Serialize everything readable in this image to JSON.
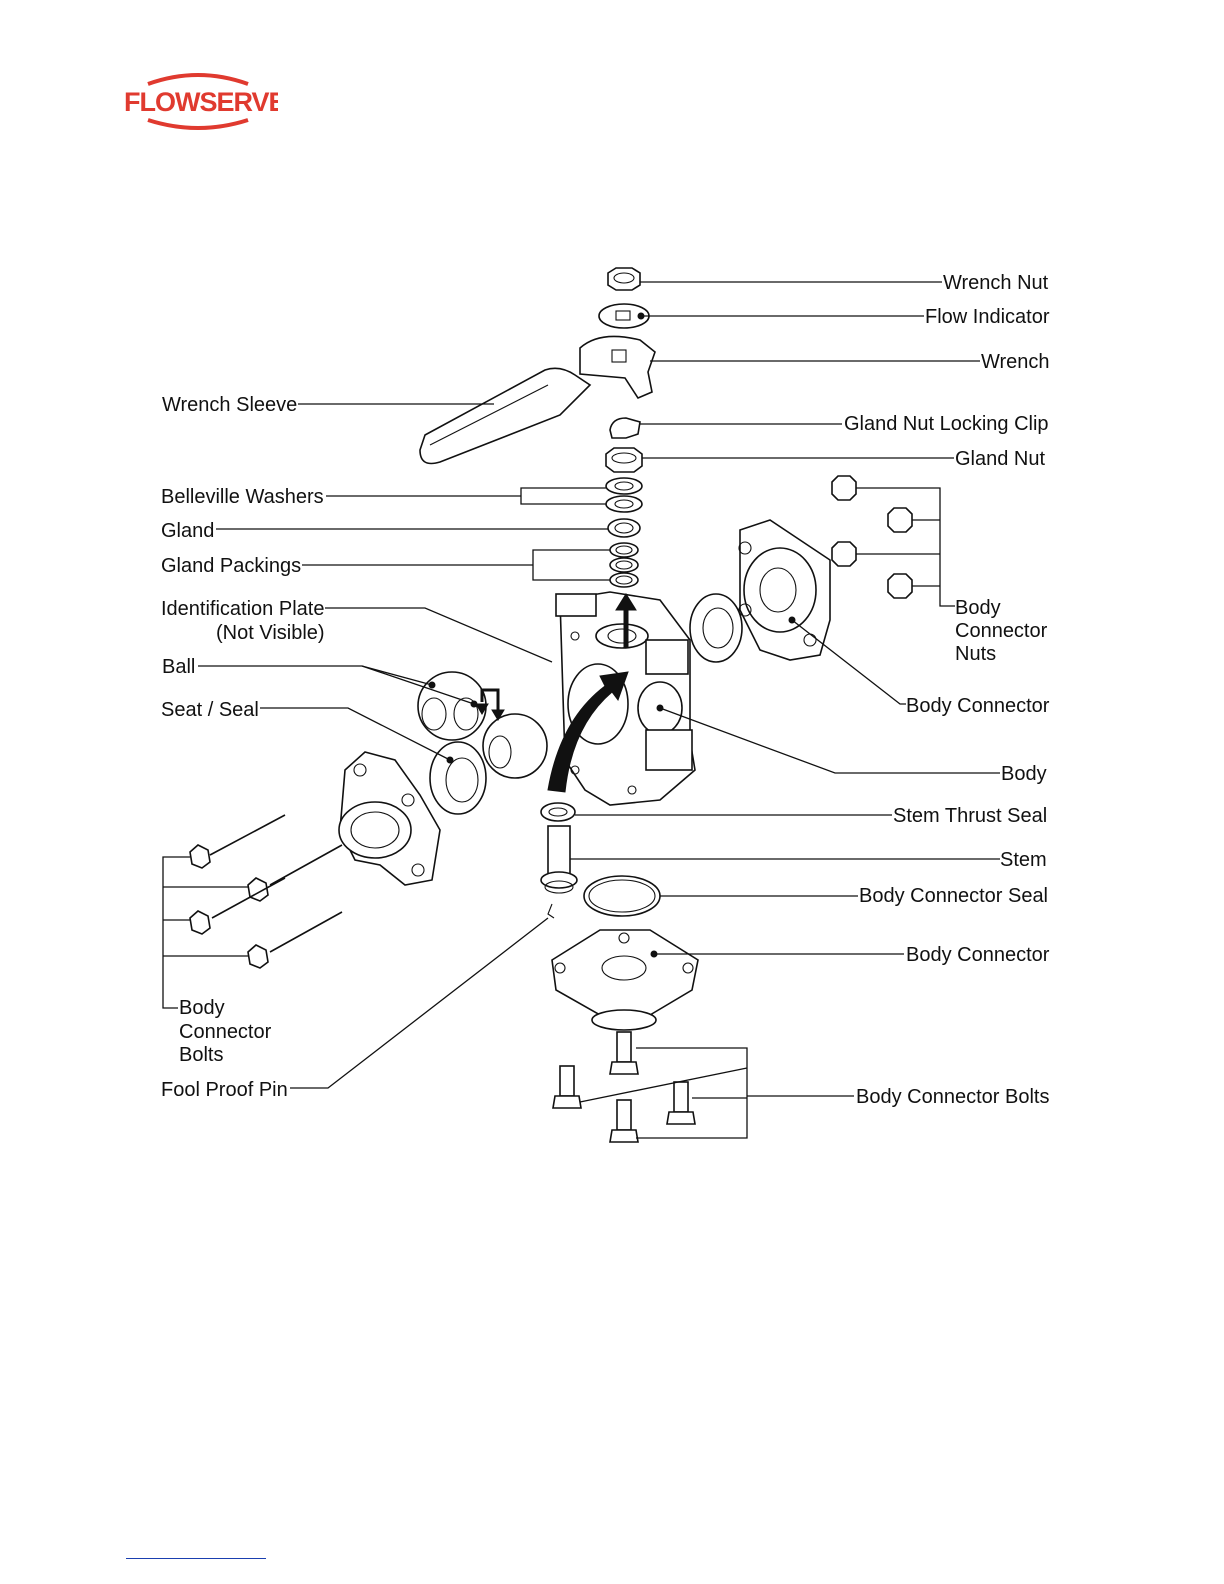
{
  "brand": {
    "name": "FLOWSERVE",
    "color": "#e03a2f"
  },
  "labels": {
    "wrench_nut": "Wrench Nut",
    "flow_indicator": "Flow Indicator",
    "wrench": "Wrench",
    "wrench_sleeve": "Wrench Sleeve",
    "gland_nut_locking_clip": "Gland Nut Locking Clip",
    "gland_nut": "Gland Nut",
    "belleville_washers": "Belleville Washers",
    "gland": "Gland",
    "gland_packings": "Gland Packings",
    "identification_plate": "Identification Plate",
    "not_visible": "(Not Visible)",
    "body_connector_nuts_1": "Body",
    "body_connector_nuts_2": "Connector",
    "body_connector_nuts_3": "Nuts",
    "ball": "Ball",
    "seat_seal": "Seat / Seal",
    "body_connector_right": "Body Connector",
    "body": "Body",
    "stem_thrust_seal": "Stem Thrust Seal",
    "stem": "Stem",
    "body_connector_seal": "Body Connector Seal",
    "body_connector_bottom": "Body Connector",
    "body_connector_bolts_left_1": "Body",
    "body_connector_bolts_left_2": "Connector",
    "body_connector_bolts_left_3": "Bolts",
    "fool_proof_pin": "Fool Proof Pin",
    "body_connector_bolts_bottom": "Body Connector Bolts"
  }
}
